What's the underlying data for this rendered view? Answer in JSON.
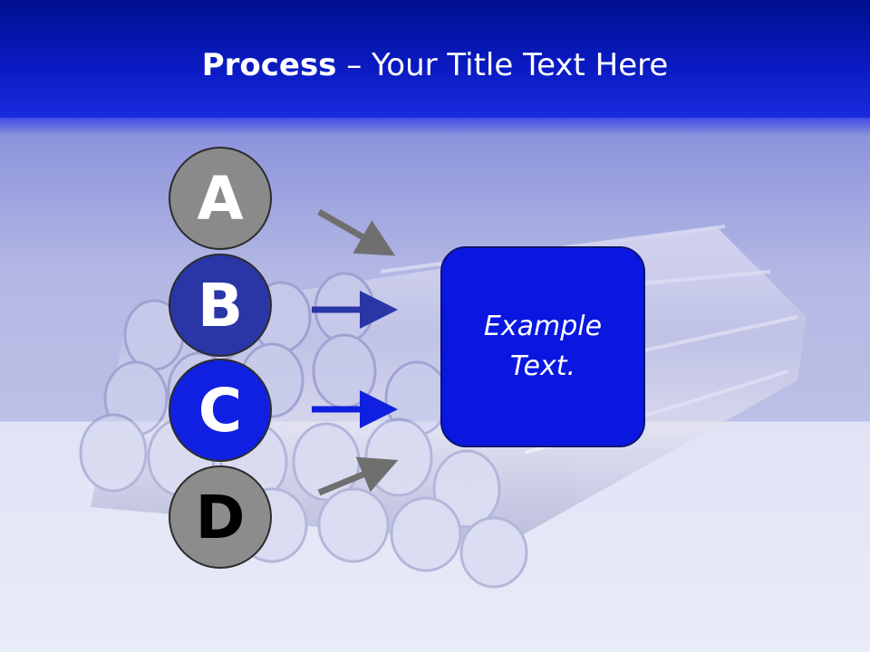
{
  "title": {
    "bold": "Process",
    "rest": " – Your Title Text Here"
  },
  "steps": [
    {
      "letter": "A",
      "color": "#8a8a8a",
      "arrow_color": "#6f6f6f"
    },
    {
      "letter": "B",
      "color": "#2a36a6",
      "arrow_color": "#2a36a6"
    },
    {
      "letter": "C",
      "color": "#1020e0",
      "arrow_color": "#1020e0"
    },
    {
      "letter": "D",
      "color": "#8c8c8c",
      "arrow_color": "#6f6f6f"
    }
  ],
  "box": {
    "text": "Example Text.",
    "color": "#0a17e0"
  },
  "colors": {
    "title_band": "#0a1ac0",
    "background": "#bcc0e6"
  }
}
